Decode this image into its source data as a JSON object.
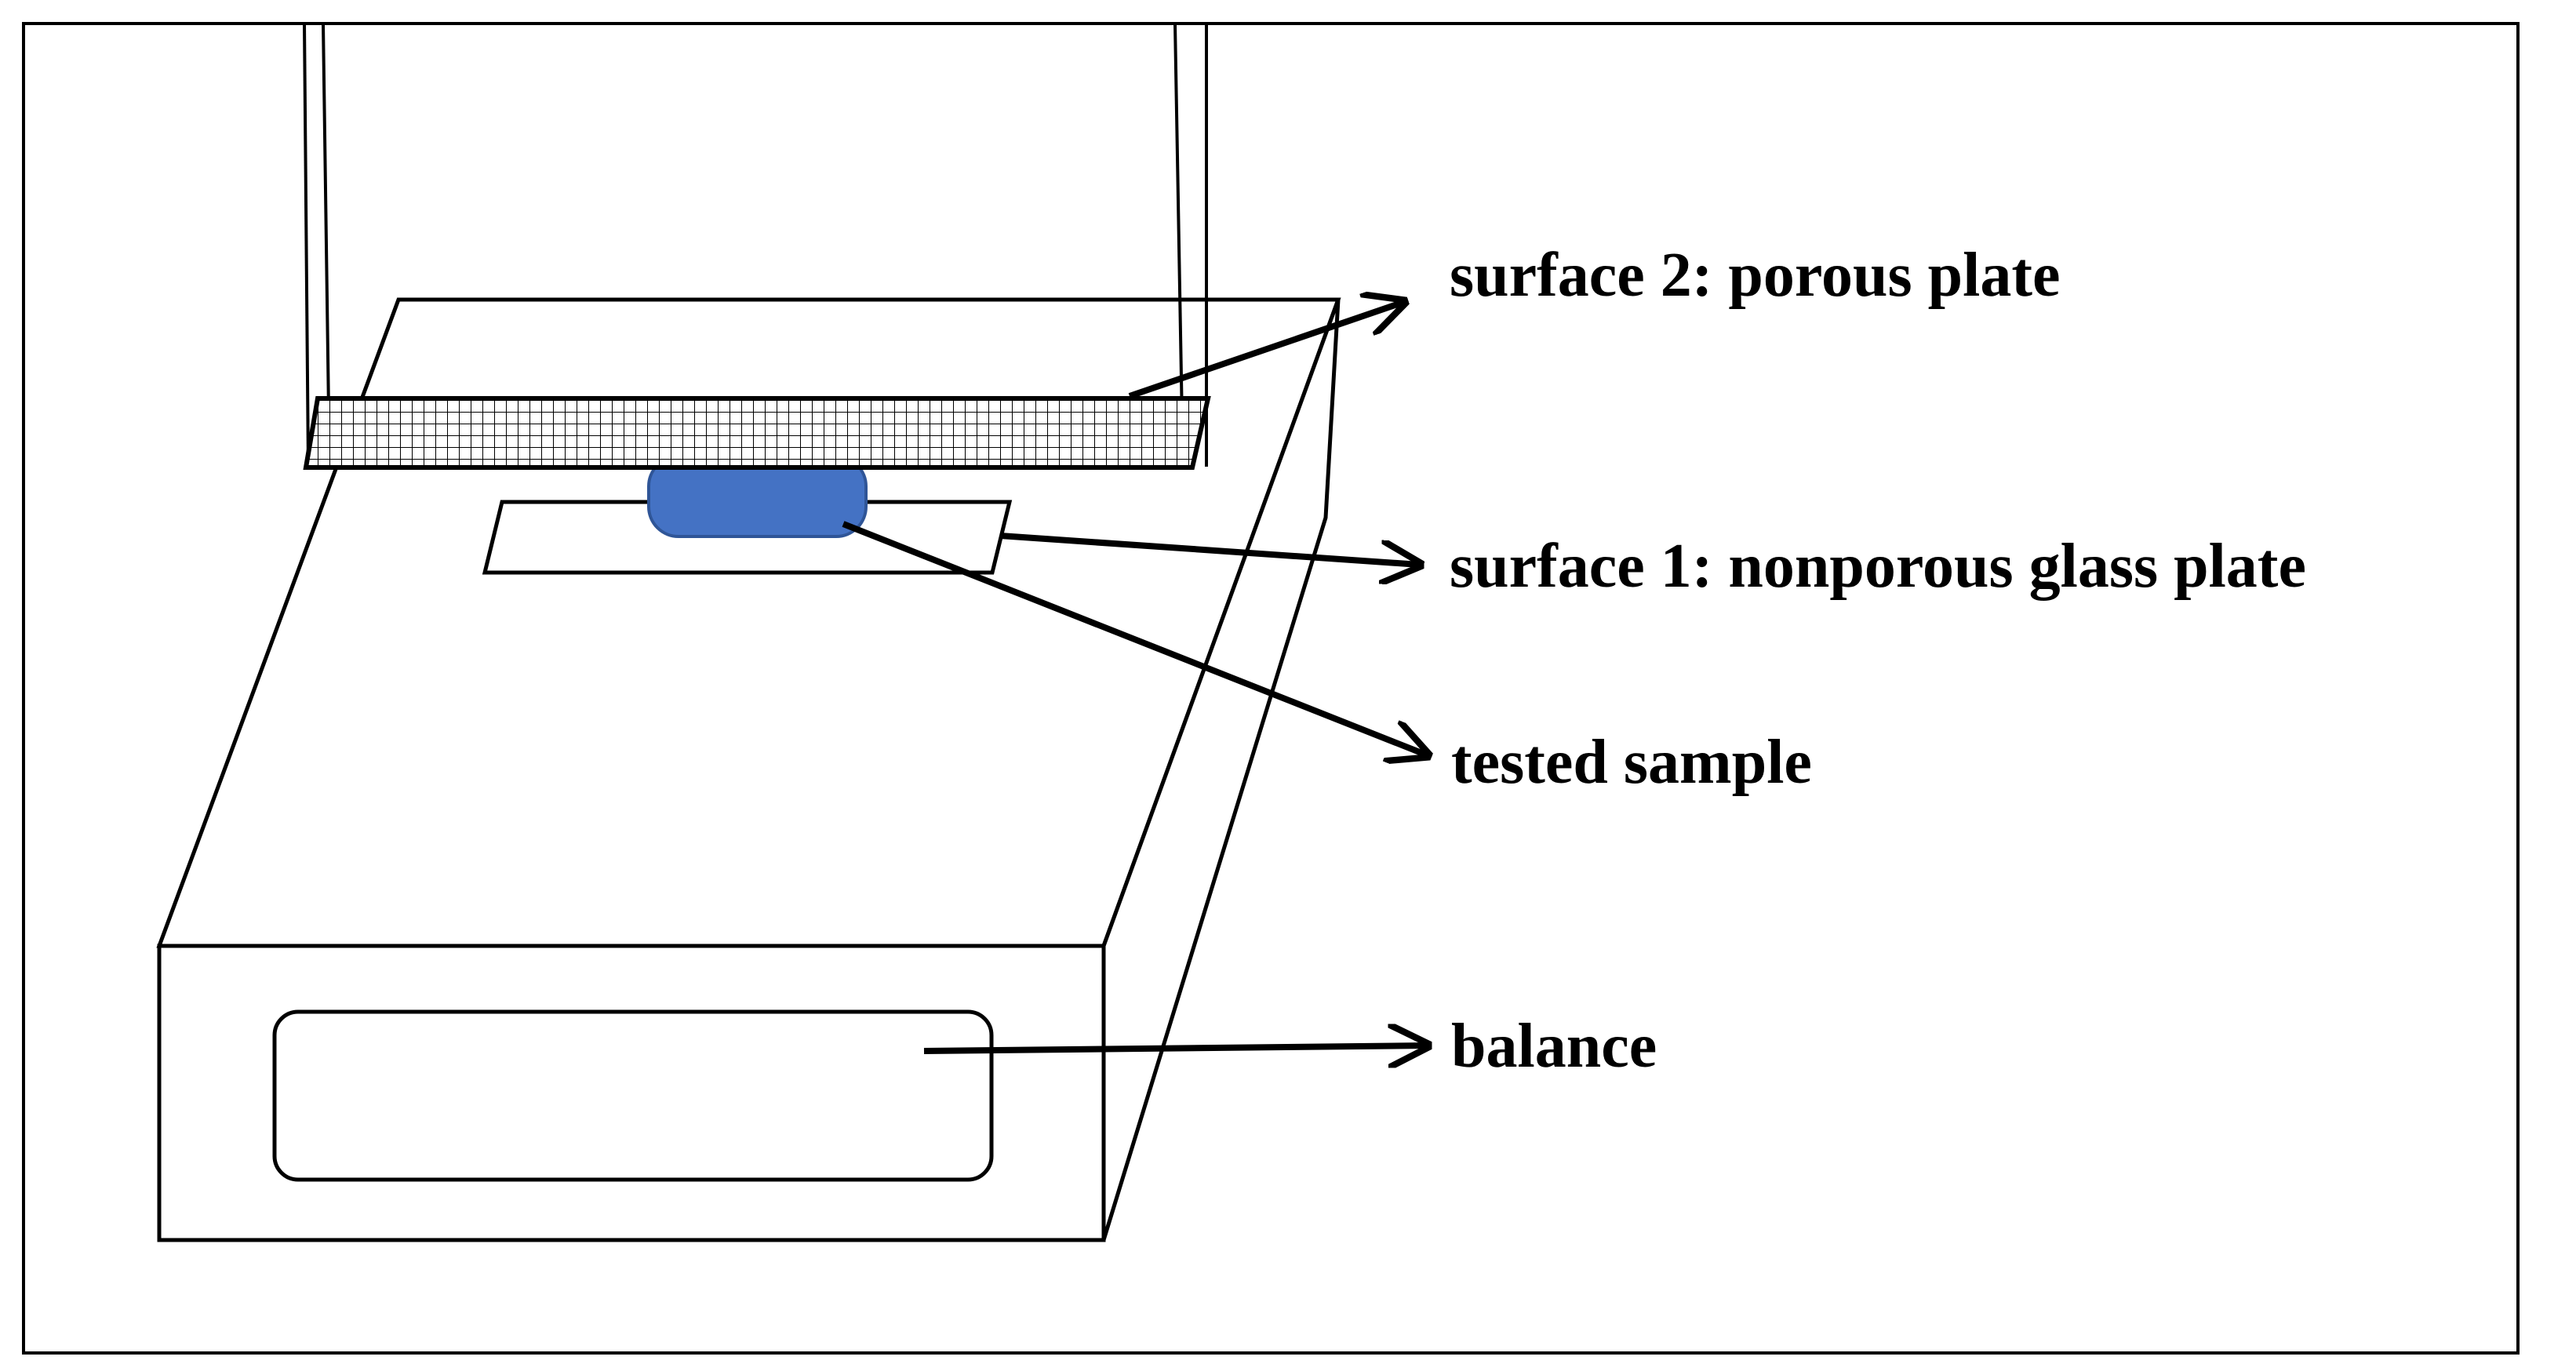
{
  "labels": {
    "porous_plate": "surface 2: porous plate",
    "glass_plate": "surface 1: nonporous glass plate",
    "sample": "tested sample",
    "balance": "balance"
  },
  "colors": {
    "sample_fill": "#4472c4",
    "sample_stroke": "#2f5597",
    "line": "#000000",
    "background": "#ffffff"
  }
}
